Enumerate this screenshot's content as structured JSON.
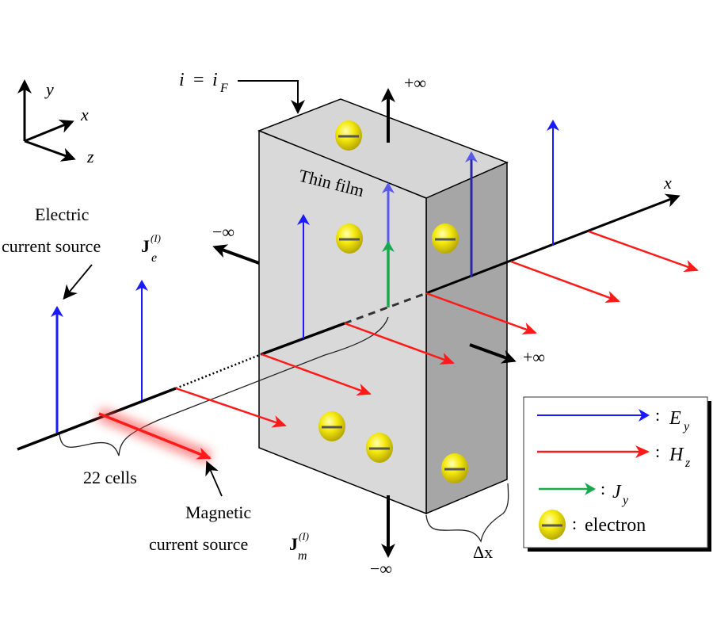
{
  "axes_glyph": {
    "y": "y",
    "x": "x",
    "z": "z"
  },
  "labels": {
    "interface": {
      "lhs": "i",
      "eq": "=",
      "rhs": "i",
      "sub": "F"
    },
    "plus_inf_top": "+∞",
    "minus_inf_left": "−∞",
    "plus_inf_right": "+∞",
    "minus_inf_bottom": "−∞",
    "thin_film": "Thin film",
    "x_axis": "x",
    "electric_line1": "Electric",
    "electric_line2": "current source",
    "electric_symbol": "J",
    "electric_sub": "e",
    "electric_sup": "(I)",
    "cells": "22 cells",
    "magnetic_line1": "Magnetic",
    "magnetic_line2": "current source",
    "magnetic_symbol": "J",
    "magnetic_sub": "m",
    "magnetic_sup": "(I)",
    "delta_x": "Δx"
  },
  "legend": {
    "items": [
      {
        "kind": "arrow",
        "color": "#1a1aff",
        "sep": ":",
        "symbol": "E",
        "sub": "y"
      },
      {
        "kind": "arrow",
        "color": "#ff1a1a",
        "sep": ":",
        "symbol": "H",
        "sub": "z"
      },
      {
        "kind": "arrow",
        "color": "#1aa84f",
        "sep": ":",
        "symbol": "J",
        "sub": "y"
      },
      {
        "kind": "electron",
        "color": "#f2e600",
        "sep": ":",
        "text": "electron"
      }
    ]
  },
  "colors": {
    "e_field": "#1a1aff",
    "h_field": "#ff1a1a",
    "current": "#1aa84f",
    "electron": "#f2e600",
    "film_front": "#d9d9d9",
    "film_side": "#a6a6a6",
    "film_top": "#d6d6d6"
  }
}
